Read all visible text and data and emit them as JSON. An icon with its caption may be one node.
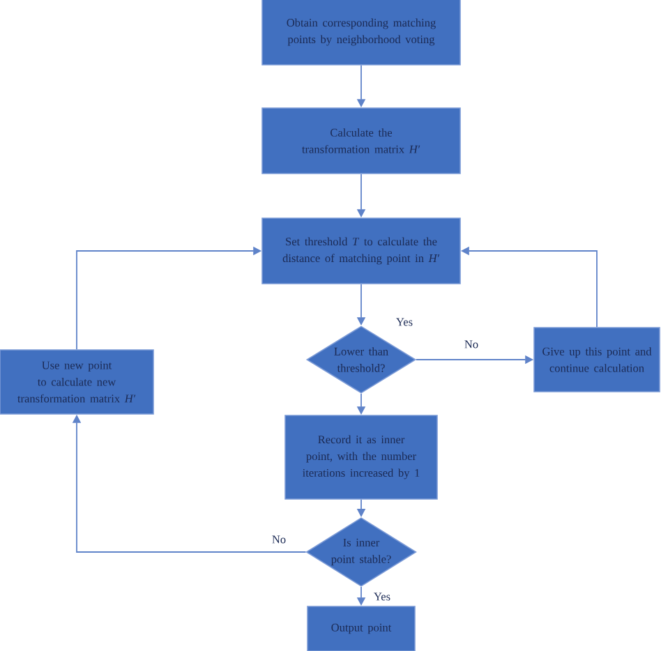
{
  "diagram": {
    "nodes": [
      {
        "text": [
          "Obtain corresponding matching points by neighborhood voting"
        ]
      },
      {
        "text": [
          "Calculate the transformation matrix *H*′"
        ]
      },
      {
        "text": [
          "Set threshold *T* to calculate the distance of matching point in *H*′"
        ]
      },
      {
        "text": [
          "Lower than threshold?"
        ]
      },
      {
        "text": [
          "Give up this point and continue calculation"
        ]
      },
      {
        "text": [
          "Record it as inner point, with the number iterations increased by 1"
        ]
      },
      {
        "text": [
          "Is inner point stable?"
        ]
      },
      {
        "text": [
          "Output point"
        ]
      },
      {
        "text": [
          "Use new point to calculate new transformation matrix *H*′"
        ]
      }
    ],
    "edges": [
      {
        "from": 0,
        "to": 1,
        "arrow": "to"
      },
      {
        "from": 1,
        "to": 2,
        "arrow": "to"
      },
      {
        "from": 2,
        "to": 3,
        "arrow": "to",
        "label": "Yes"
      },
      {
        "from": 3,
        "to": 4,
        "arrow": "to",
        "label": "No"
      },
      {
        "from": 3,
        "to": 5,
        "arrow": "to"
      },
      {
        "from": 5,
        "to": 6,
        "arrow": "to"
      },
      {
        "from": 6,
        "to": 7,
        "arrow": "to",
        "label": "Yes"
      },
      {
        "from": 6,
        "to": 8,
        "arrow": "to",
        "label": "No"
      },
      {
        "from": 8,
        "to": 2,
        "arrow": "to"
      },
      {
        "from": 4,
        "to": 2,
        "arrow": "to"
      }
    ]
  }
}
